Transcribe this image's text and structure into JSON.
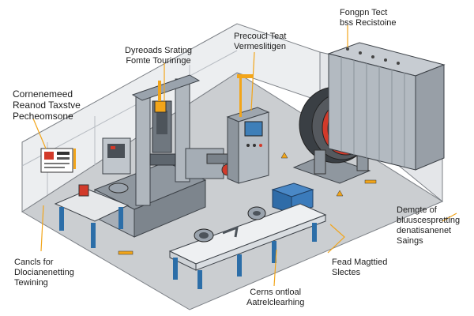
{
  "callouts": {
    "top_right_title": "Fongpn Tect",
    "top_right_sub": "bss Recistoine",
    "center_top_title": "Precoucl Teat",
    "center_top_sub": "Vermeslitigen",
    "left_top_title": "Dyreoads Srating",
    "left_top_sub": "Fomte Tourinnge",
    "left_title": "Cornenemeed",
    "left_line2": "Reanod Taxstve",
    "left_line3": "Pecheomsone",
    "bottom_left_title": "Cancls for",
    "bottom_left_line2": "Dlocianenetting",
    "bottom_left_line3": "Tewining",
    "bottom_center_title": "Cerns ontloal",
    "bottom_center_sub": "Aatrelclearhing",
    "bottom_right_title": "Fead Magttied",
    "bottom_right_sub": "Slectes",
    "right_title": "Demgte of",
    "right_line2": "bluuscespretting",
    "right_line3": "denatisanenet",
    "right_line4": "Saings"
  },
  "colors": {
    "accent": "#f2a51a",
    "blue_leg": "#2c6ea8",
    "steel": "#9aa3ad",
    "wall": "#e7e9ec",
    "floor": "#c9cccf"
  }
}
